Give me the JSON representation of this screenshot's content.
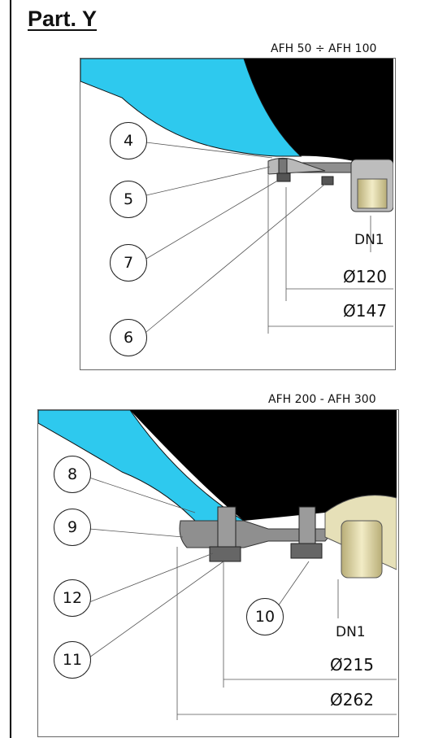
{
  "title": "Part. Y",
  "views": [
    {
      "model": "AFH 50 ÷ AFH 100",
      "callouts": [
        "4",
        "5",
        "7",
        "6"
      ],
      "dimensions": [
        "DN1",
        "Ø120",
        "Ø147"
      ]
    },
    {
      "model": "AFH 200 - AFH 300",
      "callouts": [
        "8",
        "9",
        "12",
        "11",
        "10"
      ],
      "dimensions": [
        "DN1",
        "Ø215",
        "Ø262"
      ]
    }
  ],
  "colors": {
    "membrane": "#2ec9ee",
    "tank": "#000000",
    "steel": "#9a9a9a",
    "brass": "#e0d8a8"
  }
}
